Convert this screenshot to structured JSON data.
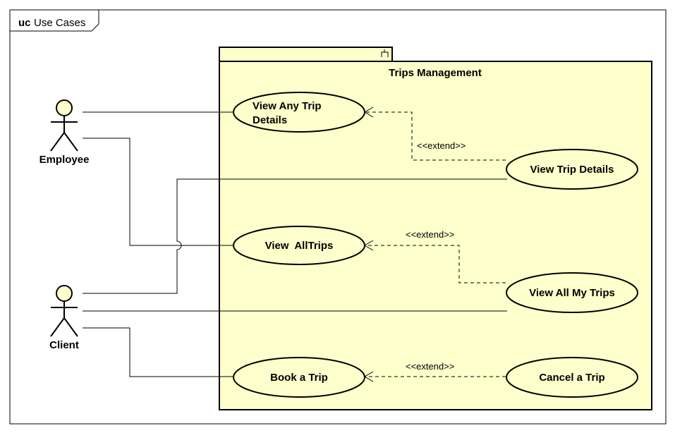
{
  "frame": {
    "keyword": "uc",
    "title": "Use Cases"
  },
  "system": {
    "title": "Trips Management"
  },
  "colors": {
    "system_fill": "#ffffcc",
    "actor_fill": "#ffffcc",
    "usecase_fill": "#ffffcc",
    "stroke": "#000000"
  },
  "actors": [
    {
      "id": "employee",
      "name": "Employee"
    },
    {
      "id": "client",
      "name": "Client"
    }
  ],
  "use_cases": [
    {
      "id": "view-any-trip-details",
      "lines": [
        "View Any Trip",
        "Details"
      ]
    },
    {
      "id": "view-trip-details",
      "lines": [
        "View Trip Details"
      ]
    },
    {
      "id": "view-all-trips",
      "lines": [
        "View  AllTrips"
      ]
    },
    {
      "id": "view-all-my-trips",
      "lines": [
        "View All My Trips"
      ]
    },
    {
      "id": "book-a-trip",
      "lines": [
        "Book a Trip"
      ]
    },
    {
      "id": "cancel-a-trip",
      "lines": [
        "Cancel a Trip"
      ]
    }
  ],
  "associations": [
    {
      "actor": "employee",
      "use_case": "view-any-trip-details"
    },
    {
      "actor": "employee",
      "use_case": "view-all-trips"
    },
    {
      "actor": "client",
      "use_case": "view-trip-details"
    },
    {
      "actor": "client",
      "use_case": "view-all-my-trips"
    },
    {
      "actor": "client",
      "use_case": "book-a-trip"
    }
  ],
  "extends": [
    {
      "from": "view-trip-details",
      "to": "view-any-trip-details",
      "label": "<<extend>>"
    },
    {
      "from": "view-all-my-trips",
      "to": "view-all-trips",
      "label": "<<extend>>"
    },
    {
      "from": "cancel-a-trip",
      "to": "book-a-trip",
      "label": "<<extend>>"
    }
  ]
}
